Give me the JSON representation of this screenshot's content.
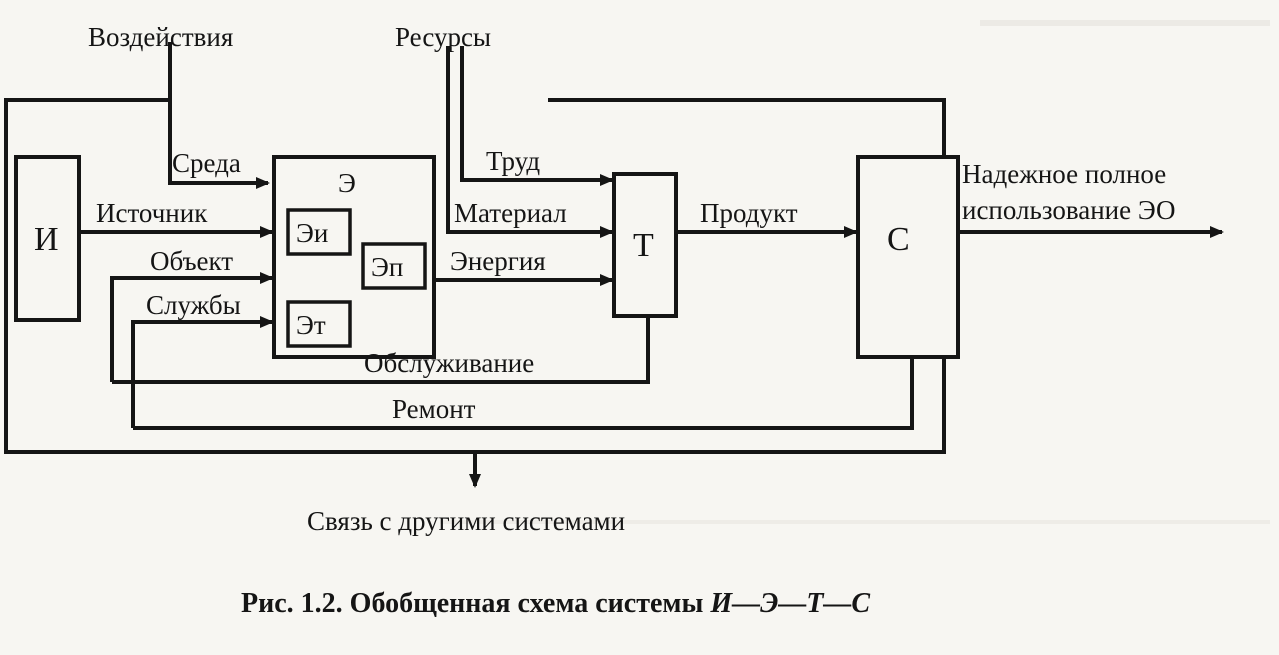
{
  "inputs": {
    "impacts": "Воздействия",
    "resources": "Ресурсы"
  },
  "blocks": {
    "I": "И",
    "E": "Э",
    "Ei": "Эи",
    "Et": "Эт",
    "Ep": "Эп",
    "T": "Т",
    "C": "С"
  },
  "flows": {
    "environment": "Среда",
    "source": "Источник",
    "object": "Объект",
    "services": "Службы",
    "labor": "Труд",
    "material": "Материал",
    "energy": "Энергия",
    "product": "Продукт",
    "maintenance": "Обслуживание",
    "repair": "Ремонт"
  },
  "output": {
    "line1": "Надежное полное",
    "line2": "использование ЭО"
  },
  "link": "Связь с другими системами",
  "caption": {
    "prefix": "Рис. 1.2. Обобщенная схема системы ",
    "formula": "И—Э—Т—С"
  },
  "colors": {
    "ink": "#151515",
    "paper": "#f7f6f2"
  }
}
